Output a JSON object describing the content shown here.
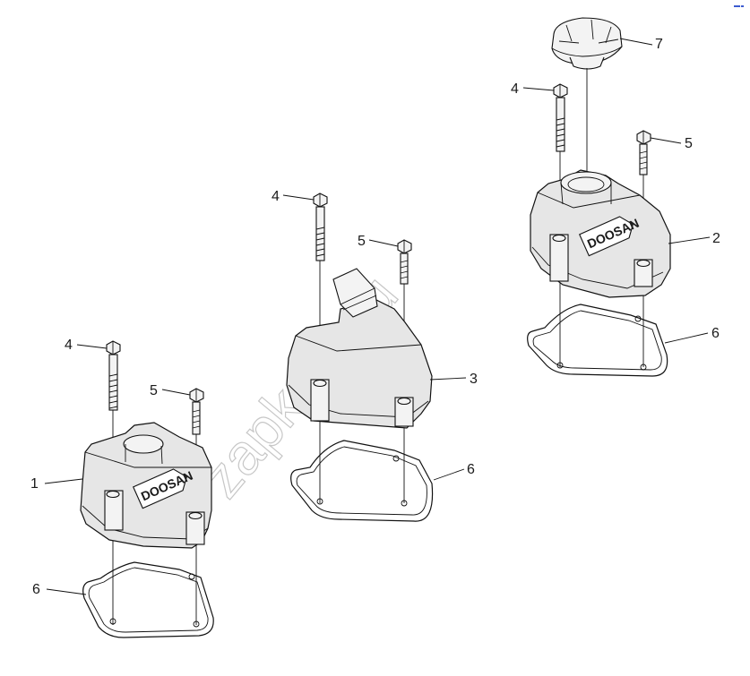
{
  "watermark": "zapkam.ru",
  "callouts": {
    "c1": "1",
    "c2": "2",
    "c3": "3",
    "c4a": "4",
    "c4b": "4",
    "c4c": "4",
    "c5a": "5",
    "c5b": "5",
    "c5c": "5",
    "c6a": "6",
    "c6b": "6",
    "c6c": "6",
    "c7": "7"
  },
  "logo_text": "DOOSAN",
  "accent_color": "#3c5bd0"
}
